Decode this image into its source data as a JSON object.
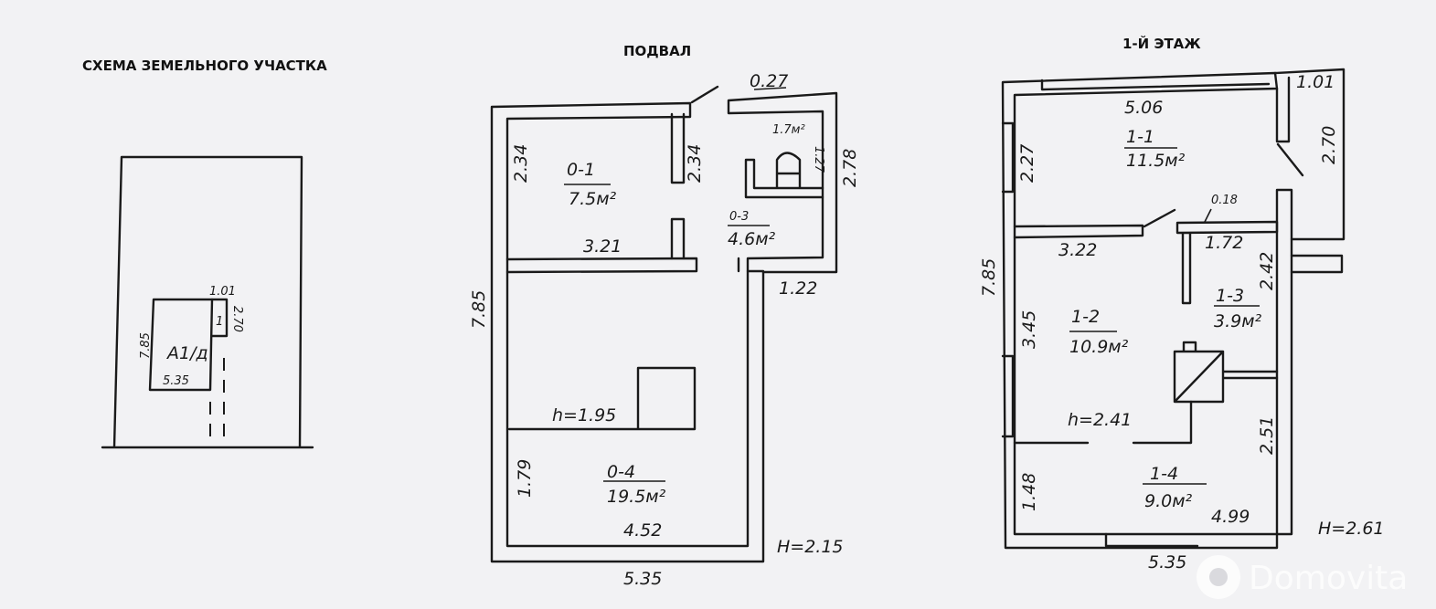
{
  "titles": {
    "site_plan": "СХЕМА ЗЕМЕЛЬНОГО УЧАСТКА",
    "basement": "ПОДВАЛ",
    "first_floor": "1-Й ЭТАЖ"
  },
  "site_plan": {
    "house_label": "А1/д",
    "annex_label": "1",
    "dims": {
      "width": "5.35",
      "height": "7.85",
      "annex_width": "1.01",
      "annex_height": "2.70"
    }
  },
  "basement": {
    "rooms": [
      {
        "id": "0-1",
        "area": "7.5м²"
      },
      {
        "id": "",
        "area": "1.7м²"
      },
      {
        "id": "0-3",
        "area": "4.6м²"
      },
      {
        "id": "0-4",
        "area": "19.5м²"
      }
    ],
    "dims": [
      "0.27",
      "2.34",
      "2.34",
      "1.27",
      "2.78",
      "3.21",
      "1.22",
      "7.85",
      "1.79",
      "4.52",
      "5.35"
    ],
    "inner_height": "h=1.95",
    "height": "H=2.15"
  },
  "first_floor": {
    "rooms": [
      {
        "id": "1-1",
        "area": "11.5м²"
      },
      {
        "id": "1-2",
        "area": "10.9м²"
      },
      {
        "id": "1-3",
        "area": "3.9м²"
      },
      {
        "id": "1-4",
        "area": "9.0м²"
      }
    ],
    "dims": [
      "5.06",
      "1.01",
      "2.27",
      "2.70",
      "0.18",
      "3.22",
      "1.72",
      "2.42",
      "7.85",
      "3.45",
      "1.48",
      "2.51",
      "4.99",
      "5.35"
    ],
    "inner_height": "h=2.41",
    "height": "H=2.61"
  },
  "watermark": "Domovita"
}
